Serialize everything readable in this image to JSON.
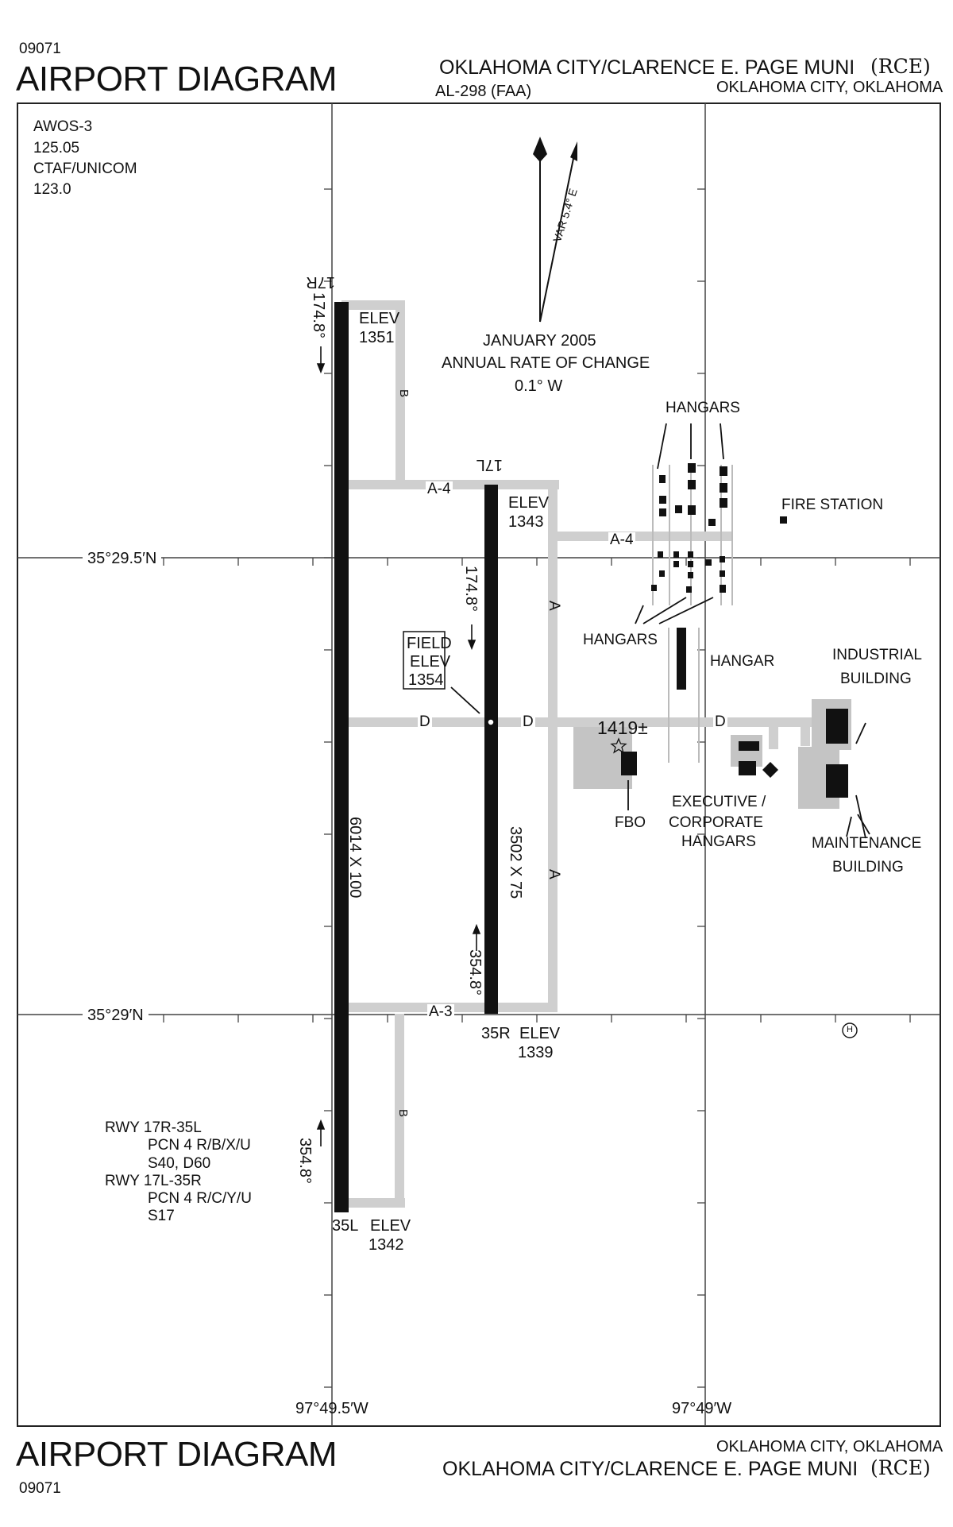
{
  "header": {
    "chart_number": "09071",
    "title": "AIRPORT DIAGRAM",
    "airport_name": "OKLAHOMA CITY/CLARENCE E. PAGE MUNI",
    "airport_id": "(RCE)",
    "chart_ref": "AL-298 (FAA)",
    "location": "OKLAHOMA CITY, OKLAHOMA"
  },
  "footer": {
    "title": "AIRPORT DIAGRAM",
    "location": "OKLAHOMA CITY, OKLAHOMA",
    "airport_name": "OKLAHOMA CITY/CLARENCE E. PAGE MUNI",
    "airport_id": "(RCE)",
    "chart_number": "09071"
  },
  "comms": {
    "awos_label": "AWOS-3",
    "awos_freq": "125.05",
    "ctaf_label": "CTAF/UNICOM",
    "ctaf_freq": "123.0"
  },
  "magnetic": {
    "variation": "VAR 5.4° E",
    "date": "JANUARY 2005",
    "rate_label": "ANNUAL RATE OF CHANGE",
    "rate": "0.1° W"
  },
  "grid": {
    "lat_north": "35°29.5′N",
    "lat_south": "35°29′N",
    "lon_west": "97°49.5′W",
    "lon_east": "97°49′W"
  },
  "runways": {
    "r17r_label": "17R",
    "r17r_elev_label": "ELEV",
    "r17r_elev": "1351",
    "r17r_heading": "174.8°",
    "r35l_label": "35L",
    "r35l_elev_label": "ELEV",
    "r35l_elev": "1342",
    "r35l_heading": "354.8°",
    "r17r_dims": "6014 X 100",
    "r17l_label": "17L",
    "r17l_elev_label": "ELEV",
    "r17l_elev": "1343",
    "r17l_heading": "174.8°",
    "r35r_label": "35R",
    "r35r_elev_label": "ELEV",
    "r35r_elev": "1339",
    "r35r_heading": "354.8°",
    "r17l_dims": "3502 X 75"
  },
  "field_elev": {
    "line1": "FIELD",
    "line2": "ELEV",
    "value": "1354"
  },
  "taxiways": {
    "a4": "A-4",
    "a3": "A-3",
    "a": "A",
    "b": "B",
    "d": "D"
  },
  "facilities": {
    "hangars": "HANGARS",
    "hangar": "HANGAR",
    "fire_station": "FIRE STATION",
    "industrial_1": "INDUSTRIAL",
    "industrial_2": "BUILDING",
    "maintenance_1": "MAINTENANCE",
    "maintenance_2": "BUILDING",
    "exec_1": "EXECUTIVE /",
    "exec_2": "CORPORATE",
    "exec_3": "HANGARS",
    "fbo": "FBO",
    "obstacle": "1419±",
    "heliport": "H"
  },
  "pcn": {
    "rwy1": "RWY 17R-35L",
    "rwy1_pcn": "PCN 4 R/B/X/U",
    "rwy1_wt": "S40, D60",
    "rwy2": "RWY 17L-35R",
    "rwy2_pcn": "PCN 4 R/C/Y/U",
    "rwy2_wt": "S17"
  },
  "colors": {
    "runway": "#111111",
    "taxiway": "#cfcfcf",
    "ramp": "#c4c4c4",
    "line": "#222222"
  }
}
